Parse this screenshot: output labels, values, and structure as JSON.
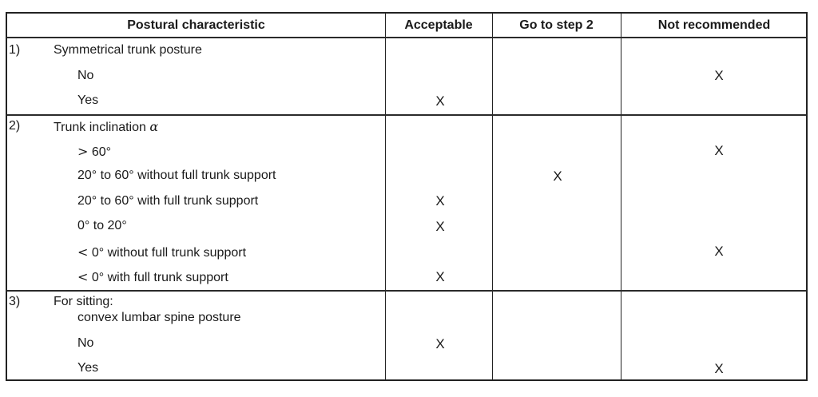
{
  "table": {
    "headers": {
      "characteristic": "Postural characteristic",
      "acceptable": "Acceptable",
      "go_to_step_2": "Go to step 2",
      "not_recommended": "Not recommended"
    },
    "groups": [
      {
        "number": "1)",
        "title": "Symmetrical trunk posture",
        "rows": [
          {
            "label": "No",
            "acceptable": "",
            "go_to_step_2": "",
            "not_recommended": "X"
          },
          {
            "label": "Yes",
            "acceptable": "X",
            "go_to_step_2": "",
            "not_recommended": ""
          }
        ]
      },
      {
        "number": "2)",
        "title": "Trunk inclination",
        "title_symbol": "α",
        "rows": [
          {
            "label": "> 60°",
            "rel": ">",
            "text": "60°",
            "acceptable": "",
            "go_to_step_2": "",
            "not_recommended": "X"
          },
          {
            "label": "20° to 60° without full trunk support",
            "acceptable": "",
            "go_to_step_2": "X",
            "not_recommended": ""
          },
          {
            "label": "20° to 60° with full trunk support",
            "acceptable": "X",
            "go_to_step_2": "",
            "not_recommended": ""
          },
          {
            "label": "0° to 20°",
            "acceptable": "X",
            "go_to_step_2": "",
            "not_recommended": ""
          },
          {
            "label": "< 0° without full trunk support",
            "rel": "<",
            "text": "0° without full trunk support",
            "acceptable": "",
            "go_to_step_2": "",
            "not_recommended": "X"
          },
          {
            "label": "< 0° with full trunk support",
            "rel": "<",
            "text": "0° with full trunk support",
            "acceptable": "X",
            "go_to_step_2": "",
            "not_recommended": ""
          }
        ]
      },
      {
        "number": "3)",
        "title": "For sitting:",
        "subtitle": "convex lumbar spine posture",
        "rows": [
          {
            "label": "No",
            "acceptable": "X",
            "go_to_step_2": "",
            "not_recommended": ""
          },
          {
            "label": "Yes",
            "acceptable": "",
            "go_to_step_2": "",
            "not_recommended": "X"
          }
        ]
      }
    ]
  }
}
